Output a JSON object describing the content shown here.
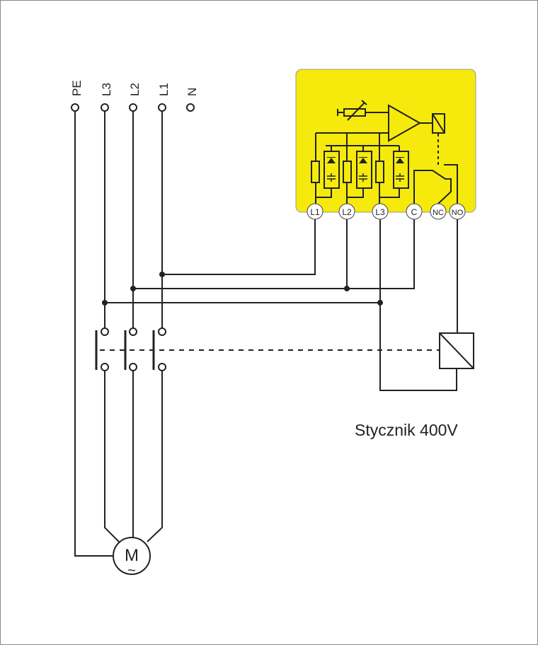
{
  "supply_labels": [
    "PE",
    "L3",
    "L2",
    "L1",
    "N"
  ],
  "module": {
    "terminals": [
      "L1",
      "L2",
      "L3",
      "C",
      "NC",
      "NO"
    ],
    "fill_color": "#f5ea0c"
  },
  "motor_label": "M",
  "motor_symbol": "~",
  "contactor_caption": "Stycznik 400V"
}
